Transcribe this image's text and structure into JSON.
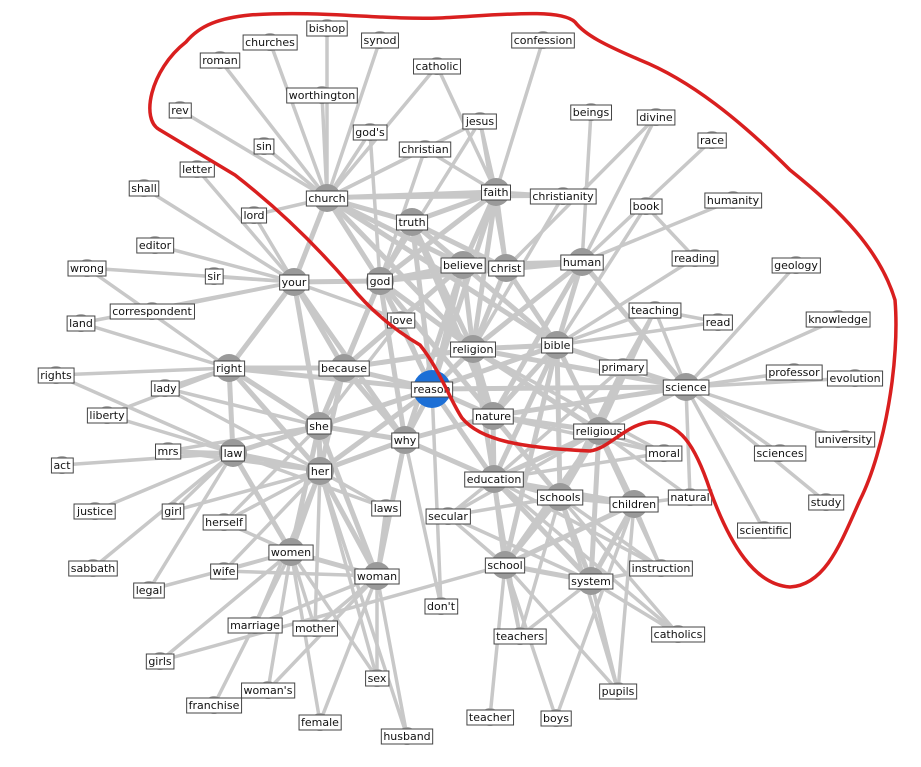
{
  "colors": {
    "edge": "#c8c8c8",
    "hub_node": "#9a9a9a",
    "small_node": "#a9a9a9",
    "focus_node": "#1c6fd6",
    "highlight_outline": "#d91f1f",
    "label_border": "#444444"
  },
  "highlighted_group": [
    "bishop",
    "synod",
    "churches",
    "roman",
    "confession",
    "catholic",
    "worthington",
    "rev",
    "jesus",
    "god's",
    "sin",
    "christian",
    "beings",
    "divine",
    "race",
    "faith",
    "christianity",
    "church",
    "truth",
    "book",
    "humanity",
    "god",
    "believe",
    "christ",
    "human",
    "reading",
    "geology",
    "knowledge",
    "love",
    "religion",
    "bible",
    "teaching",
    "read",
    "professor",
    "evolution",
    "science",
    "reason",
    "nature",
    "religious",
    "university",
    "sciences",
    "study",
    "scientific"
  ],
  "nodes": [
    {
      "id": "reason",
      "label": "reason",
      "kind": "focus"
    },
    {
      "id": "church",
      "label": "church",
      "kind": "hub"
    },
    {
      "id": "faith",
      "label": "faith",
      "kind": "hub"
    },
    {
      "id": "truth",
      "label": "truth",
      "kind": "hub"
    },
    {
      "id": "god",
      "label": "god",
      "kind": "hub"
    },
    {
      "id": "your",
      "label": "your",
      "kind": "hub"
    },
    {
      "id": "believe",
      "label": "believe",
      "kind": "hub"
    },
    {
      "id": "christ",
      "label": "christ",
      "kind": "hub"
    },
    {
      "id": "human",
      "label": "human",
      "kind": "hub"
    },
    {
      "id": "religion",
      "label": "religion",
      "kind": "hub"
    },
    {
      "id": "bible",
      "label": "bible",
      "kind": "hub"
    },
    {
      "id": "science",
      "label": "science",
      "kind": "hub"
    },
    {
      "id": "right",
      "label": "right",
      "kind": "hub"
    },
    {
      "id": "because",
      "label": "because",
      "kind": "hub"
    },
    {
      "id": "she",
      "label": "she",
      "kind": "hub"
    },
    {
      "id": "why",
      "label": "why",
      "kind": "hub"
    },
    {
      "id": "nature",
      "label": "nature",
      "kind": "hub"
    },
    {
      "id": "religious",
      "label": "religious",
      "kind": "hub"
    },
    {
      "id": "law",
      "label": "law",
      "kind": "hub"
    },
    {
      "id": "her",
      "label": "her",
      "kind": "hub"
    },
    {
      "id": "education",
      "label": "education",
      "kind": "hub"
    },
    {
      "id": "schools",
      "label": "schools",
      "kind": "hub"
    },
    {
      "id": "children",
      "label": "children",
      "kind": "hub"
    },
    {
      "id": "women",
      "label": "women",
      "kind": "hub"
    },
    {
      "id": "woman",
      "label": "woman",
      "kind": "hub"
    },
    {
      "id": "school",
      "label": "school",
      "kind": "hub"
    },
    {
      "id": "system",
      "label": "system",
      "kind": "hub"
    },
    {
      "id": "bishop",
      "label": "bishop",
      "kind": "leaf"
    },
    {
      "id": "synod",
      "label": "synod",
      "kind": "leaf"
    },
    {
      "id": "churches",
      "label": "churches",
      "kind": "leaf"
    },
    {
      "id": "roman",
      "label": "roman",
      "kind": "leaf"
    },
    {
      "id": "confession",
      "label": "confession",
      "kind": "leaf"
    },
    {
      "id": "catholic",
      "label": "catholic",
      "kind": "leaf"
    },
    {
      "id": "worthington",
      "label": "worthington",
      "kind": "leaf"
    },
    {
      "id": "rev",
      "label": "rev",
      "kind": "leaf"
    },
    {
      "id": "jesus",
      "label": "jesus",
      "kind": "leaf"
    },
    {
      "id": "gods",
      "label": "god's",
      "kind": "leaf"
    },
    {
      "id": "sin",
      "label": "sin",
      "kind": "leaf"
    },
    {
      "id": "christian",
      "label": "christian",
      "kind": "leaf"
    },
    {
      "id": "beings",
      "label": "beings",
      "kind": "leaf"
    },
    {
      "id": "divine",
      "label": "divine",
      "kind": "leaf"
    },
    {
      "id": "race",
      "label": "race",
      "kind": "leaf"
    },
    {
      "id": "letter",
      "label": "letter",
      "kind": "leaf"
    },
    {
      "id": "shall",
      "label": "shall",
      "kind": "leaf"
    },
    {
      "id": "christianity",
      "label": "christianity",
      "kind": "leaf"
    },
    {
      "id": "lord",
      "label": "lord",
      "kind": "leaf"
    },
    {
      "id": "book",
      "label": "book",
      "kind": "leaf"
    },
    {
      "id": "humanity",
      "label": "humanity",
      "kind": "leaf"
    },
    {
      "id": "editor",
      "label": "editor",
      "kind": "leaf"
    },
    {
      "id": "wrong",
      "label": "wrong",
      "kind": "leaf"
    },
    {
      "id": "sir",
      "label": "sir",
      "kind": "leaf"
    },
    {
      "id": "reading",
      "label": "reading",
      "kind": "leaf"
    },
    {
      "id": "geology",
      "label": "geology",
      "kind": "leaf"
    },
    {
      "id": "correspondent",
      "label": "correspondent",
      "kind": "leaf"
    },
    {
      "id": "land",
      "label": "land",
      "kind": "leaf"
    },
    {
      "id": "love",
      "label": "love",
      "kind": "leaf"
    },
    {
      "id": "teaching",
      "label": "teaching",
      "kind": "leaf"
    },
    {
      "id": "knowledge",
      "label": "knowledge",
      "kind": "leaf"
    },
    {
      "id": "read",
      "label": "read",
      "kind": "leaf"
    },
    {
      "id": "primary",
      "label": "primary",
      "kind": "leaf"
    },
    {
      "id": "rights",
      "label": "rights",
      "kind": "leaf"
    },
    {
      "id": "professor",
      "label": "professor",
      "kind": "leaf"
    },
    {
      "id": "evolution",
      "label": "evolution",
      "kind": "leaf"
    },
    {
      "id": "lady",
      "label": "lady",
      "kind": "leaf"
    },
    {
      "id": "liberty",
      "label": "liberty",
      "kind": "leaf"
    },
    {
      "id": "university",
      "label": "university",
      "kind": "leaf"
    },
    {
      "id": "mrs",
      "label": "mrs",
      "kind": "leaf"
    },
    {
      "id": "moral",
      "label": "moral",
      "kind": "leaf"
    },
    {
      "id": "sciences",
      "label": "sciences",
      "kind": "leaf"
    },
    {
      "id": "act",
      "label": "act",
      "kind": "leaf"
    },
    {
      "id": "natural",
      "label": "natural",
      "kind": "leaf"
    },
    {
      "id": "study",
      "label": "study",
      "kind": "leaf"
    },
    {
      "id": "laws",
      "label": "laws",
      "kind": "leaf"
    },
    {
      "id": "justice",
      "label": "justice",
      "kind": "leaf"
    },
    {
      "id": "girl",
      "label": "girl",
      "kind": "leaf"
    },
    {
      "id": "secular",
      "label": "secular",
      "kind": "leaf"
    },
    {
      "id": "herself",
      "label": "herself",
      "kind": "leaf"
    },
    {
      "id": "scientific",
      "label": "scientific",
      "kind": "leaf"
    },
    {
      "id": "sabbath",
      "label": "sabbath",
      "kind": "leaf"
    },
    {
      "id": "wife",
      "label": "wife",
      "kind": "leaf"
    },
    {
      "id": "instruction",
      "label": "instruction",
      "kind": "leaf"
    },
    {
      "id": "legal",
      "label": "legal",
      "kind": "leaf"
    },
    {
      "id": "dont",
      "label": "don't",
      "kind": "leaf"
    },
    {
      "id": "marriage",
      "label": "marriage",
      "kind": "leaf"
    },
    {
      "id": "mother",
      "label": "mother",
      "kind": "leaf"
    },
    {
      "id": "teachers",
      "label": "teachers",
      "kind": "leaf"
    },
    {
      "id": "catholics",
      "label": "catholics",
      "kind": "leaf"
    },
    {
      "id": "girls",
      "label": "girls",
      "kind": "leaf"
    },
    {
      "id": "womans",
      "label": "woman's",
      "kind": "leaf"
    },
    {
      "id": "sex",
      "label": "sex",
      "kind": "leaf"
    },
    {
      "id": "pupils",
      "label": "pupils",
      "kind": "leaf"
    },
    {
      "id": "franchise",
      "label": "franchise",
      "kind": "leaf"
    },
    {
      "id": "female",
      "label": "female",
      "kind": "leaf"
    },
    {
      "id": "teacher",
      "label": "teacher",
      "kind": "leaf"
    },
    {
      "id": "boys",
      "label": "boys",
      "kind": "leaf"
    },
    {
      "id": "husband",
      "label": "husband",
      "kind": "leaf"
    }
  ],
  "edges": [
    [
      "church",
      "bishop"
    ],
    [
      "church",
      "synod"
    ],
    [
      "church",
      "churches"
    ],
    [
      "church",
      "roman"
    ],
    [
      "church",
      "catholic"
    ],
    [
      "church",
      "worthington"
    ],
    [
      "church",
      "rev"
    ],
    [
      "church",
      "sin"
    ],
    [
      "church",
      "christian"
    ],
    [
      "church",
      "gods"
    ],
    [
      "church",
      "jesus"
    ],
    [
      "church",
      "truth"
    ],
    [
      "church",
      "faith"
    ],
    [
      "church",
      "god"
    ],
    [
      "church",
      "your"
    ],
    [
      "church",
      "christianity"
    ],
    [
      "church",
      "lord"
    ],
    [
      "church",
      "religion"
    ],
    [
      "church",
      "believe"
    ],
    [
      "church",
      "bible"
    ],
    [
      "faith",
      "confession"
    ],
    [
      "faith",
      "jesus"
    ],
    [
      "faith",
      "christian"
    ],
    [
      "faith",
      "christianity"
    ],
    [
      "faith",
      "catholic"
    ],
    [
      "faith",
      "truth"
    ],
    [
      "faith",
      "believe"
    ],
    [
      "faith",
      "christ"
    ],
    [
      "faith",
      "god"
    ],
    [
      "faith",
      "religion"
    ],
    [
      "faith",
      "reason"
    ],
    [
      "truth",
      "god"
    ],
    [
      "truth",
      "believe"
    ],
    [
      "truth",
      "religion"
    ],
    [
      "truth",
      "christ"
    ],
    [
      "truth",
      "reason"
    ],
    [
      "truth",
      "nature"
    ],
    [
      "god",
      "your"
    ],
    [
      "god",
      "believe"
    ],
    [
      "god",
      "love"
    ],
    [
      "god",
      "religion"
    ],
    [
      "god",
      "because"
    ],
    [
      "god",
      "gods"
    ],
    [
      "god",
      "christian"
    ],
    [
      "god",
      "jesus"
    ],
    [
      "god",
      "reason"
    ],
    [
      "god",
      "she"
    ],
    [
      "god",
      "nature"
    ],
    [
      "god",
      "human"
    ],
    [
      "god",
      "why"
    ],
    [
      "your",
      "letter"
    ],
    [
      "your",
      "shall"
    ],
    [
      "your",
      "editor"
    ],
    [
      "your",
      "sir"
    ],
    [
      "your",
      "wrong"
    ],
    [
      "your",
      "correspondent"
    ],
    [
      "your",
      "land"
    ],
    [
      "your",
      "right"
    ],
    [
      "your",
      "because"
    ],
    [
      "your",
      "she"
    ],
    [
      "your",
      "why"
    ],
    [
      "your",
      "lord"
    ],
    [
      "your",
      "love"
    ],
    [
      "believe",
      "christ"
    ],
    [
      "believe",
      "religion"
    ],
    [
      "believe",
      "human"
    ],
    [
      "believe",
      "bible"
    ],
    [
      "believe",
      "reason"
    ],
    [
      "believe",
      "because"
    ],
    [
      "believe",
      "why"
    ],
    [
      "christ",
      "human"
    ],
    [
      "christ",
      "bible"
    ],
    [
      "christ",
      "religion"
    ],
    [
      "christ",
      "jesus"
    ],
    [
      "christ",
      "divine"
    ],
    [
      "human",
      "beings"
    ],
    [
      "human",
      "race"
    ],
    [
      "human",
      "divine"
    ],
    [
      "human",
      "religion"
    ],
    [
      "human",
      "nature"
    ],
    [
      "human",
      "bible"
    ],
    [
      "human",
      "humanity"
    ],
    [
      "human",
      "science"
    ],
    [
      "religion",
      "bible"
    ],
    [
      "religion",
      "reason"
    ],
    [
      "religion",
      "science"
    ],
    [
      "religion",
      "religious"
    ],
    [
      "religion",
      "nature"
    ],
    [
      "religion",
      "education"
    ],
    [
      "religion",
      "moral"
    ],
    [
      "religion",
      "christianity"
    ],
    [
      "religion",
      "because"
    ],
    [
      "bible",
      "book"
    ],
    [
      "bible",
      "reading"
    ],
    [
      "bible",
      "teaching"
    ],
    [
      "bible",
      "read"
    ],
    [
      "bible",
      "primary"
    ],
    [
      "bible",
      "religious"
    ],
    [
      "bible",
      "schools"
    ],
    [
      "bible",
      "science"
    ],
    [
      "bible",
      "nature"
    ],
    [
      "bible",
      "reason"
    ],
    [
      "bible",
      "school"
    ],
    [
      "bible",
      "education"
    ],
    [
      "bible",
      "instruction"
    ],
    [
      "science",
      "geology"
    ],
    [
      "science",
      "knowledge"
    ],
    [
      "science",
      "professor"
    ],
    [
      "science",
      "evolution"
    ],
    [
      "science",
      "university"
    ],
    [
      "science",
      "sciences"
    ],
    [
      "science",
      "study"
    ],
    [
      "science",
      "scientific"
    ],
    [
      "science",
      "teaching"
    ],
    [
      "science",
      "religious"
    ],
    [
      "science",
      "natural"
    ],
    [
      "science",
      "nature"
    ],
    [
      "science",
      "reason"
    ],
    [
      "reason",
      "because"
    ],
    [
      "reason",
      "love"
    ],
    [
      "reason",
      "nature"
    ],
    [
      "reason",
      "why"
    ],
    [
      "reason",
      "she"
    ],
    [
      "reason",
      "her"
    ],
    [
      "reason",
      "dont"
    ],
    [
      "reason",
      "education"
    ],
    [
      "reason",
      "right"
    ],
    [
      "right",
      "rights"
    ],
    [
      "right",
      "lady"
    ],
    [
      "right",
      "liberty"
    ],
    [
      "right",
      "law"
    ],
    [
      "right",
      "she"
    ],
    [
      "right",
      "her"
    ],
    [
      "right",
      "because"
    ],
    [
      "right",
      "wrong"
    ],
    [
      "right",
      "land"
    ],
    [
      "because",
      "she"
    ],
    [
      "because",
      "why"
    ],
    [
      "because",
      "her"
    ],
    [
      "because",
      "love"
    ],
    [
      "she",
      "her"
    ],
    [
      "she",
      "law"
    ],
    [
      "she",
      "why"
    ],
    [
      "she",
      "woman"
    ],
    [
      "she",
      "women"
    ],
    [
      "she",
      "lady"
    ],
    [
      "she",
      "mrs"
    ],
    [
      "she",
      "herself"
    ],
    [
      "she",
      "love"
    ],
    [
      "her",
      "law"
    ],
    [
      "her",
      "women"
    ],
    [
      "her",
      "woman"
    ],
    [
      "her",
      "herself"
    ],
    [
      "her",
      "wife"
    ],
    [
      "her",
      "girl"
    ],
    [
      "her",
      "mrs"
    ],
    [
      "her",
      "lady"
    ],
    [
      "her",
      "mother"
    ],
    [
      "her",
      "marriage"
    ],
    [
      "her",
      "why"
    ],
    [
      "her",
      "husband"
    ],
    [
      "her",
      "sex"
    ],
    [
      "her",
      "laws"
    ],
    [
      "law",
      "mrs"
    ],
    [
      "law",
      "act"
    ],
    [
      "law",
      "justice"
    ],
    [
      "law",
      "girl"
    ],
    [
      "law",
      "liberty"
    ],
    [
      "law",
      "laws"
    ],
    [
      "law",
      "legal"
    ],
    [
      "law",
      "sabbath"
    ],
    [
      "law",
      "women"
    ],
    [
      "law",
      "rights"
    ],
    [
      "women",
      "woman"
    ],
    [
      "women",
      "wife"
    ],
    [
      "women",
      "marriage"
    ],
    [
      "women",
      "girls"
    ],
    [
      "women",
      "franchise"
    ],
    [
      "women",
      "womans"
    ],
    [
      "women",
      "female"
    ],
    [
      "women",
      "mother"
    ],
    [
      "women",
      "sex"
    ],
    [
      "women",
      "legal"
    ],
    [
      "women",
      "herself"
    ],
    [
      "woman",
      "mother"
    ],
    [
      "woman",
      "sex"
    ],
    [
      "woman",
      "husband"
    ],
    [
      "woman",
      "womans"
    ],
    [
      "woman",
      "marriage"
    ],
    [
      "woman",
      "wife"
    ],
    [
      "woman",
      "laws"
    ],
    [
      "woman",
      "why"
    ],
    [
      "woman",
      "female"
    ],
    [
      "why",
      "dont"
    ],
    [
      "why",
      "nature"
    ],
    [
      "why",
      "education"
    ],
    [
      "nature",
      "religious"
    ],
    [
      "nature",
      "education"
    ],
    [
      "nature",
      "schools"
    ],
    [
      "nature",
      "moral"
    ],
    [
      "religious",
      "moral"
    ],
    [
      "religious",
      "schools"
    ],
    [
      "religious",
      "education"
    ],
    [
      "religious",
      "instruction"
    ],
    [
      "religious",
      "system"
    ],
    [
      "religious",
      "children"
    ],
    [
      "religious",
      "primary"
    ],
    [
      "religious",
      "secular"
    ],
    [
      "religious",
      "school"
    ],
    [
      "religious",
      "natural"
    ],
    [
      "religious",
      "teaching"
    ],
    [
      "education",
      "schools"
    ],
    [
      "education",
      "school"
    ],
    [
      "education",
      "secular"
    ],
    [
      "education",
      "system"
    ],
    [
      "education",
      "children"
    ],
    [
      "education",
      "teachers"
    ],
    [
      "education",
      "primary"
    ],
    [
      "education",
      "instruction"
    ],
    [
      "education",
      "catholics"
    ],
    [
      "education",
      "moral"
    ],
    [
      "schools",
      "children"
    ],
    [
      "schools",
      "school"
    ],
    [
      "schools",
      "system"
    ],
    [
      "schools",
      "secular"
    ],
    [
      "schools",
      "catholics"
    ],
    [
      "schools",
      "teachers"
    ],
    [
      "schools",
      "instruction"
    ],
    [
      "schools",
      "pupils"
    ],
    [
      "schools",
      "primary"
    ],
    [
      "schools",
      "teaching"
    ],
    [
      "children",
      "system"
    ],
    [
      "children",
      "school"
    ],
    [
      "children",
      "instruction"
    ],
    [
      "children",
      "natural"
    ],
    [
      "children",
      "boys"
    ],
    [
      "children",
      "pupils"
    ],
    [
      "school",
      "teachers"
    ],
    [
      "school",
      "teacher"
    ],
    [
      "school",
      "boys"
    ],
    [
      "school",
      "system"
    ],
    [
      "school",
      "pupils"
    ],
    [
      "school",
      "secular"
    ],
    [
      "school",
      "girls"
    ],
    [
      "system",
      "instruction"
    ],
    [
      "system",
      "catholics"
    ],
    [
      "system",
      "teachers"
    ],
    [
      "system",
      "pupils"
    ],
    [
      "system",
      "secular"
    ],
    [
      "teaching",
      "primary"
    ],
    [
      "read",
      "teaching"
    ],
    [
      "reading",
      "book"
    ]
  ]
}
